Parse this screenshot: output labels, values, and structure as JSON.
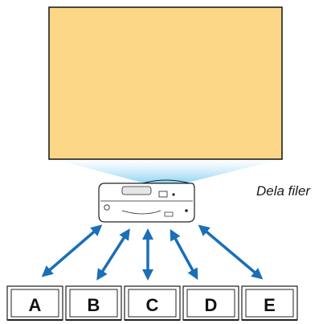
{
  "caption": "Dela filer",
  "screen": {
    "color": "#FCD787",
    "border": "#111111"
  },
  "beam": {
    "color": "#8FD4F4"
  },
  "arrows": {
    "color": "#1A6FB7"
  },
  "projector": {
    "body": "#ffffff",
    "outline": "#222222"
  },
  "computers": [
    {
      "label": "A"
    },
    {
      "label": "B"
    },
    {
      "label": "C"
    },
    {
      "label": "D"
    },
    {
      "label": "E"
    }
  ]
}
